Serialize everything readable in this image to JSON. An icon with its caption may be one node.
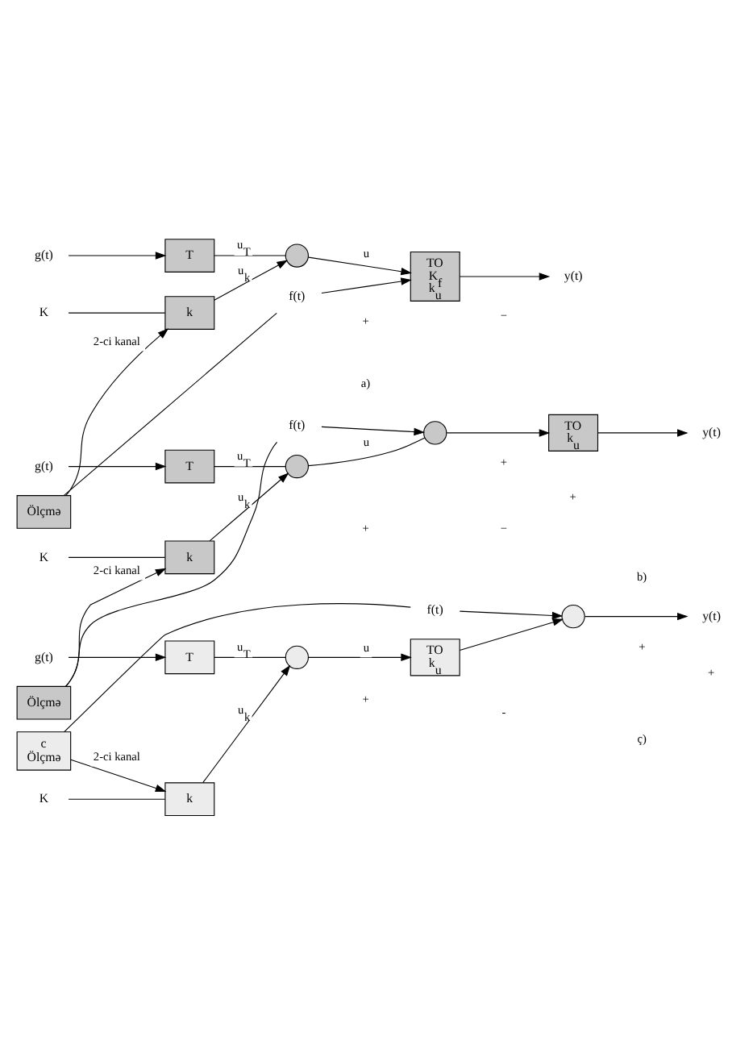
{
  "diagram": {
    "nodes": [
      {
        "text": [
          "g(t)"
        ]
      },
      {
        "text": [
          "T"
        ]
      },
      {
        "text": [],
        "shape": "circle"
      },
      {
        "text": [
          "K"
        ]
      },
      {
        "text": [
          "k"
        ]
      },
      {
        "text": [
          "Ölçmə"
        ]
      },
      {
        "text": [
          "f(t)"
        ]
      },
      {
        "text": [
          "TO",
          "K$_{f}$",
          "k$_{u}$"
        ]
      },
      {
        "text": [
          "y(t)"
        ]
      },
      {
        "text": [
          "g(t)"
        ]
      },
      {
        "text": [
          "T"
        ]
      },
      {
        "text": [],
        "shape": "circle"
      },
      {
        "text": [
          "K"
        ]
      },
      {
        "text": [
          "k"
        ]
      },
      {
        "text": [
          "Ölçmə"
        ]
      },
      {
        "text": [
          "f(t)"
        ]
      },
      {
        "text": [],
        "shape": "circle"
      },
      {
        "text": [
          "TO",
          "k$_{u}$"
        ]
      },
      {
        "text": [
          "y(t)"
        ]
      },
      {
        "text": [
          "g(t)"
        ]
      },
      {
        "text": [
          "T"
        ]
      },
      {
        "text": [],
        "shape": "circle"
      },
      {
        "text": [
          "K"
        ]
      },
      {
        "text": [
          "k"
        ]
      },
      {
        "text": [
          "c",
          "Ölçmə"
        ]
      },
      {
        "text": [
          "f(t)"
        ]
      },
      {
        "text": [
          "TO",
          "k$_{u}$"
        ]
      },
      {
        "text": [],
        "shape": "circle"
      },
      {
        "text": [
          "y(t)"
        ]
      }
    ],
    "edges": [
      {
        "from": 0,
        "to": 1,
        "arrow": "to"
      },
      {
        "from": 1,
        "to": 2,
        "arrow": "none",
        "label": "u$_{T}$"
      },
      {
        "from": 3,
        "to": 4,
        "arrow": "none"
      },
      {
        "from": 5,
        "to": 4,
        "arrow": "to",
        "label": "2-ci kanal"
      },
      {
        "from": 4,
        "to": 2,
        "arrow": "to",
        "label": "u$_{k}$"
      },
      {
        "from": 2,
        "to": 7,
        "arrow": "to",
        "label": "u"
      },
      {
        "from": 6,
        "to": 7,
        "arrow": "to"
      },
      {
        "from": 6,
        "to": 5,
        "arrow": "none"
      },
      {
        "from": 7,
        "to": 8,
        "arrow": "to"
      },
      {
        "from": 9,
        "to": 10,
        "arrow": "to"
      },
      {
        "from": 10,
        "to": 11,
        "arrow": "none",
        "label": "u$_{T}$"
      },
      {
        "from": 12,
        "to": 13,
        "arrow": "none"
      },
      {
        "from": 14,
        "to": 13,
        "arrow": "to",
        "label": "2-ci kanal"
      },
      {
        "from": 13,
        "to": 11,
        "arrow": "to",
        "label": "u$_{k}$"
      },
      {
        "from": 11,
        "to": 16,
        "arrow": "none",
        "label": "u"
      },
      {
        "from": 15,
        "to": 16,
        "arrow": "to"
      },
      {
        "from": 15,
        "to": 14,
        "arrow": "none"
      },
      {
        "from": 16,
        "to": 17,
        "arrow": "to"
      },
      {
        "from": 17,
        "to": 18,
        "arrow": "to"
      },
      {
        "from": 19,
        "to": 20,
        "arrow": "to"
      },
      {
        "from": 20,
        "to": 21,
        "arrow": "none",
        "label": "u$_{T}$"
      },
      {
        "from": 22,
        "to": 23,
        "arrow": "none"
      },
      {
        "from": 24,
        "to": 23,
        "arrow": "to",
        "label": "2-ci kanal"
      },
      {
        "from": 23,
        "to": 21,
        "arrow": "to",
        "label": "u$_{k}$"
      },
      {
        "from": 21,
        "to": 26,
        "arrow": "to",
        "label": "u"
      },
      {
        "from": 26,
        "to": 27,
        "arrow": "to"
      },
      {
        "from": 25,
        "to": 27,
        "arrow": "to"
      },
      {
        "from": 25,
        "to": 24,
        "arrow": "none"
      },
      {
        "from": 27,
        "to": 28,
        "arrow": "to"
      }
    ],
    "labels": [
      "+",
      "−",
      "a)",
      "+",
      "−",
      "+",
      "+",
      "b)",
      "+",
      "-",
      "+",
      "+",
      "ç)"
    ]
  }
}
